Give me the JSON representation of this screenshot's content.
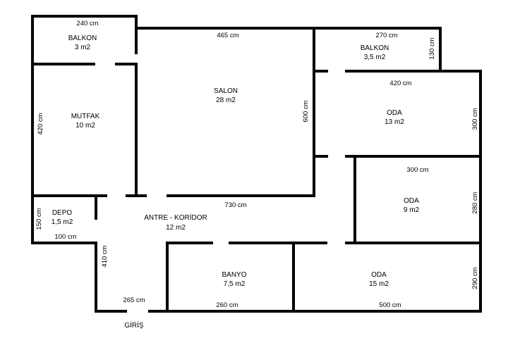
{
  "rooms": {
    "balkon1": {
      "name": "BALKON",
      "area": "3 m2"
    },
    "balkon2": {
      "name": "BALKON",
      "area": "3,5 m2"
    },
    "mutfak": {
      "name": "MUTFAK",
      "area": "10 m2"
    },
    "salon": {
      "name": "SALON",
      "area": "28 m2"
    },
    "oda1": {
      "name": "ODA",
      "area": "13 m2"
    },
    "oda2": {
      "name": "ODA",
      "area": "9 m2"
    },
    "depo": {
      "name": "DEPO",
      "area": "1,5 m2"
    },
    "antre": {
      "name": "ANTRE - KORİDOR",
      "area": "12 m2"
    },
    "banyo": {
      "name": "BANYO",
      "area": "7,5 m2"
    },
    "oda3": {
      "name": "ODA",
      "area": "15 m2"
    }
  },
  "dimensions": {
    "balkon1_width": "240 cm",
    "salon_width": "465 cm",
    "balkon2_width": "270 cm",
    "balkon2_depth": "130 cm",
    "oda1_width": "420 cm",
    "salon_depth": "600 cm",
    "mutfak_depth": "420 cm",
    "oda1_depth": "300 cm",
    "oda2_width": "300 cm",
    "oda2_depth": "280 cm",
    "corridor_length": "730 cm",
    "depo_depth": "150 cm",
    "depo_width": "100 cm",
    "entry_depth": "410 cm",
    "oda3_depth": "290 cm",
    "entry_width": "265 cm",
    "banyo_width": "260 cm",
    "oda3_width": "500 cm"
  },
  "entrance": {
    "label": "GİRİŞ"
  }
}
